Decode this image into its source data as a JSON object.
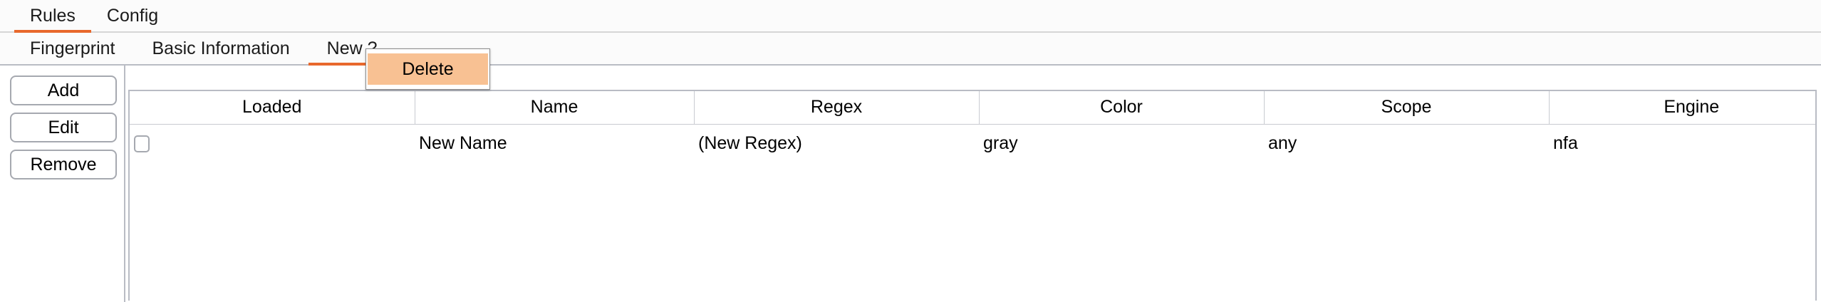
{
  "top_tabs": [
    {
      "label": "Rules",
      "active": true
    },
    {
      "label": "Config",
      "active": false
    }
  ],
  "sub_tabs": [
    {
      "label": "Fingerprint",
      "active": false
    },
    {
      "label": "Basic Information",
      "active": false
    },
    {
      "label": "New ?",
      "active": true
    }
  ],
  "context_menu": {
    "delete_label": "Delete"
  },
  "side_buttons": [
    {
      "label": "Add"
    },
    {
      "label": "Edit"
    },
    {
      "label": "Remove"
    }
  ],
  "table": {
    "columns": [
      "Loaded",
      "Name",
      "Regex",
      "Color",
      "Scope",
      "Engine"
    ],
    "rows": [
      {
        "loaded": false,
        "name": "New Name",
        "regex": "(New Regex)",
        "color": "gray",
        "scope": "any",
        "engine": "nfa"
      }
    ]
  },
  "colors": {
    "accent": "#e8682c",
    "menu_highlight": "#f8c193",
    "border": "#b9bcc4",
    "bar_background": "#fbfbfb"
  }
}
